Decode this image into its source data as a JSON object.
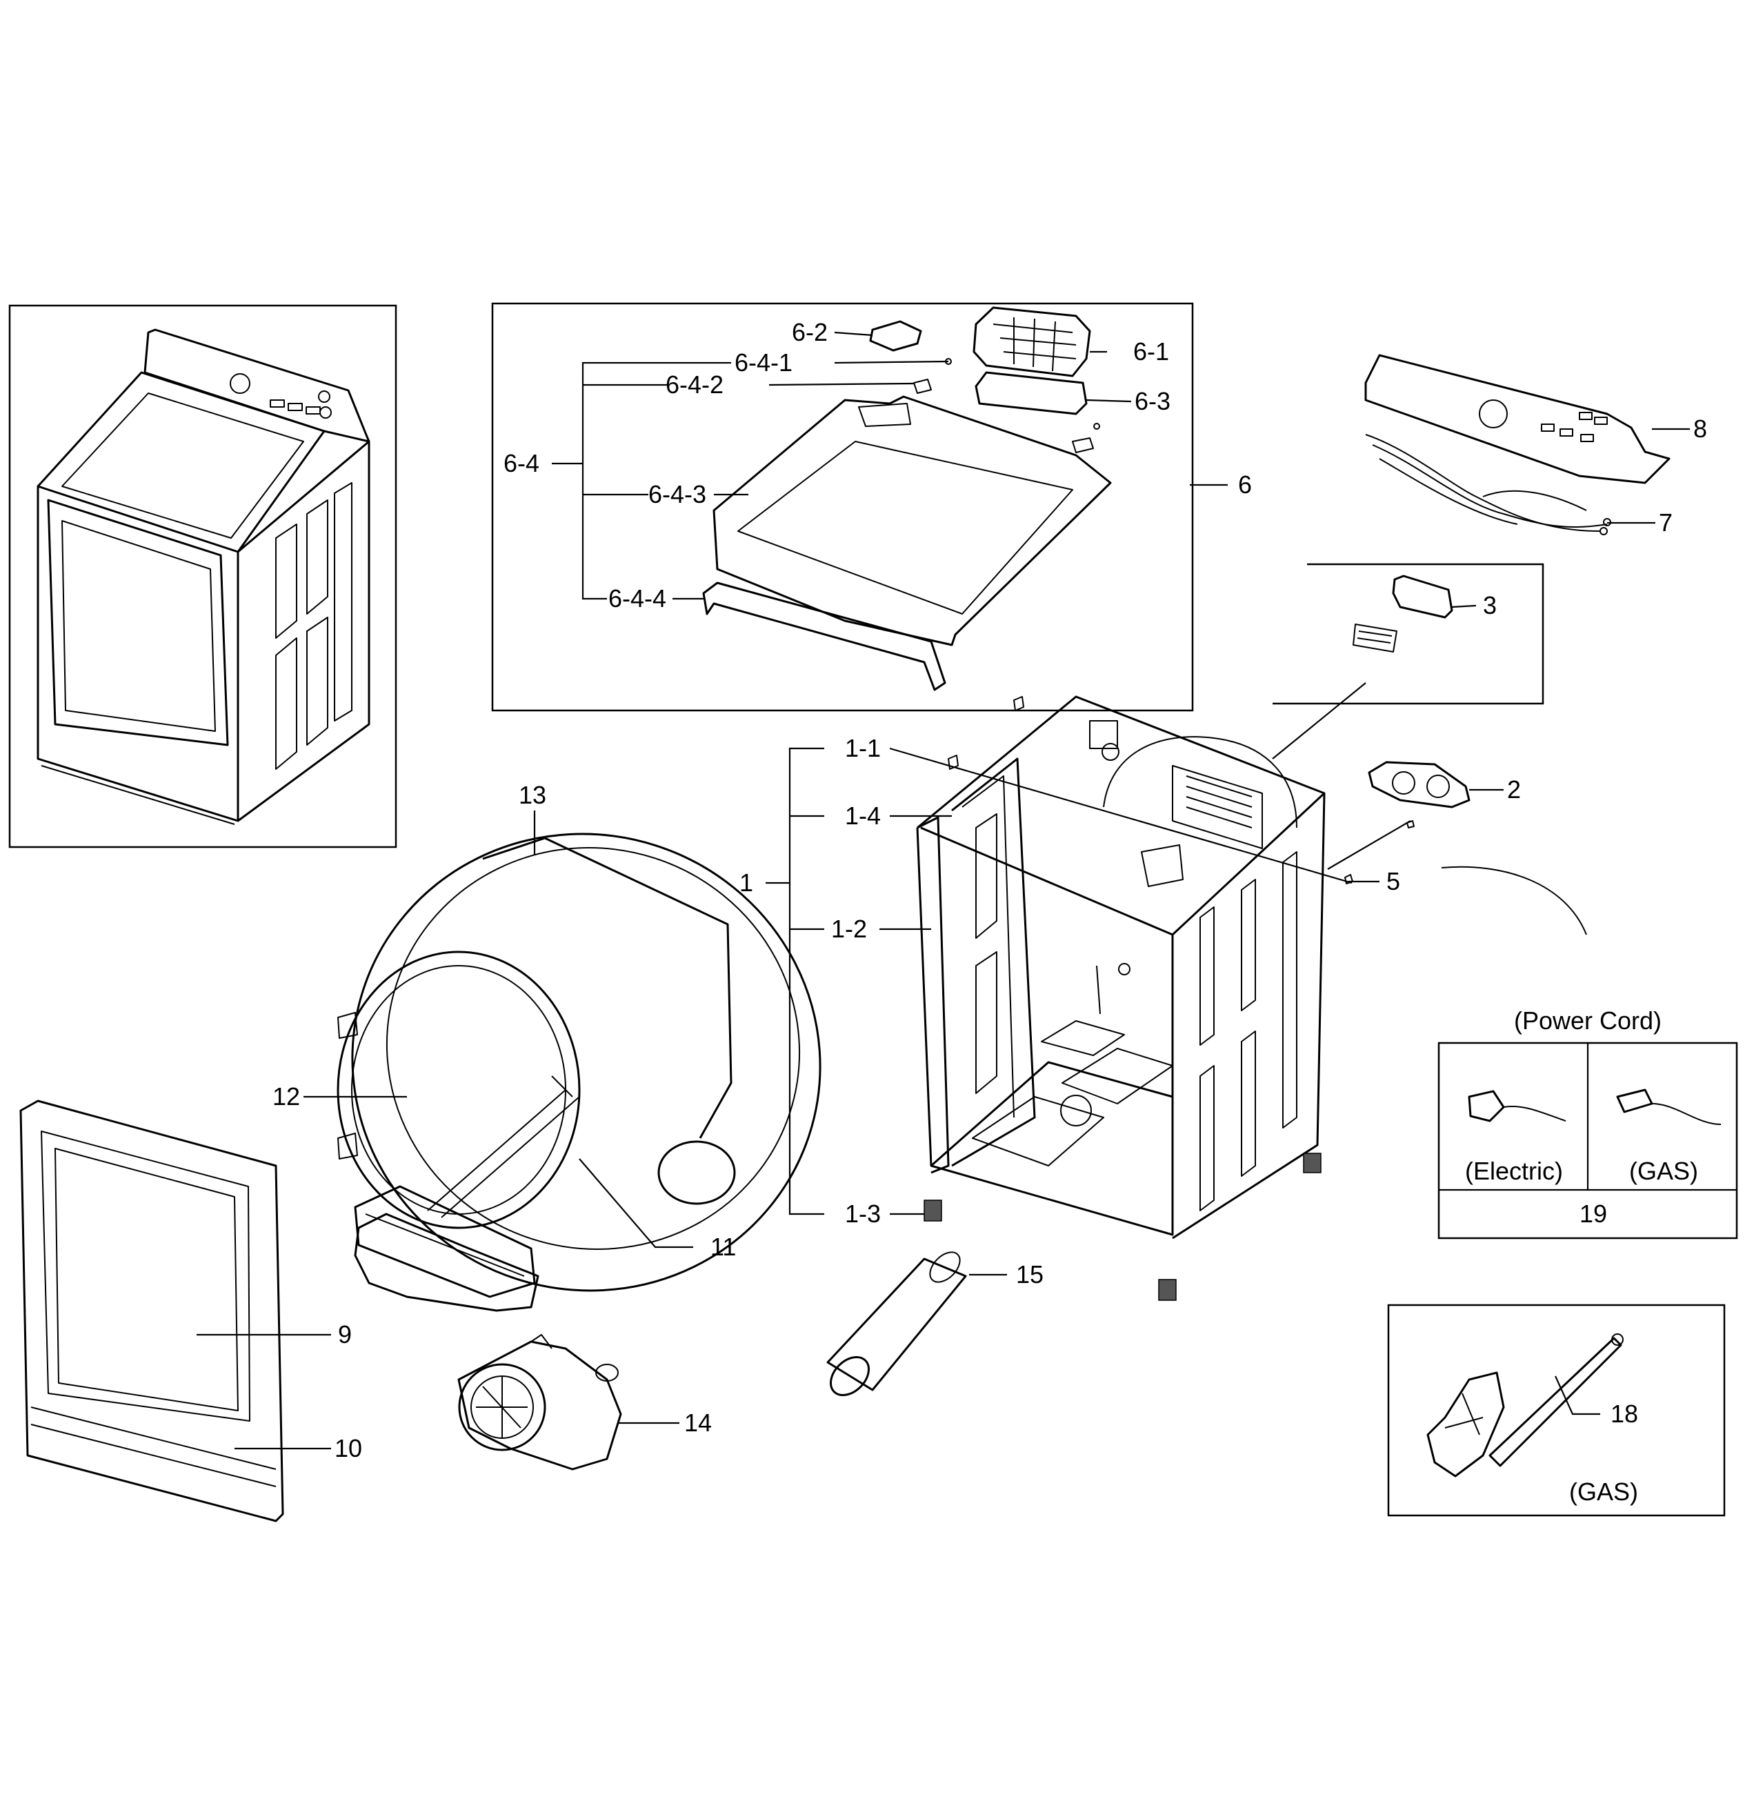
{
  "labels": {
    "l1": "1",
    "l1_1": "1-1",
    "l1_2": "1-2",
    "l1_3": "1-3",
    "l1_4": "1-4",
    "l2": "2",
    "l3": "3",
    "l5": "5",
    "l6": "6",
    "l6_1": "6-1",
    "l6_2": "6-2",
    "l6_3": "6-3",
    "l6_4": "6-4",
    "l6_4_1": "6-4-1",
    "l6_4_2": "6-4-2",
    "l6_4_3": "6-4-3",
    "l6_4_4": "6-4-4",
    "l7": "7",
    "l8": "8",
    "l9": "9",
    "l10": "10",
    "l11": "11",
    "l12": "12",
    "l13": "13",
    "l14": "14",
    "l15": "15",
    "l18": "18",
    "l19": "19"
  },
  "power_cord": {
    "title": "(Power Cord)",
    "electric": "(Electric)",
    "gas": "(GAS)"
  },
  "gas_valve": {
    "caption": "(GAS)"
  }
}
